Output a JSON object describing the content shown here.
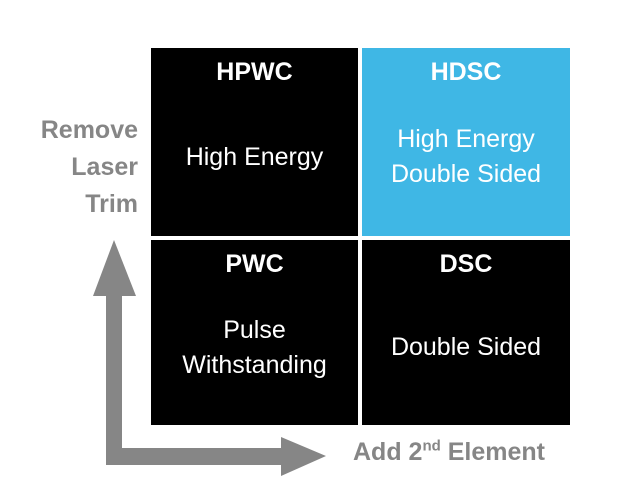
{
  "colors": {
    "background": "#ffffff",
    "cell_black": "#000000",
    "cell_blue": "#3FB7E5",
    "text_white": "#ffffff",
    "axis_gray": "#868686"
  },
  "matrix": {
    "cells": [
      {
        "id": "hpwc",
        "title": "HPWC",
        "body_lines": [
          "High Energy"
        ],
        "bg": "black"
      },
      {
        "id": "hdsc",
        "title": "HDSC",
        "body_lines": [
          "High Energy",
          "Double Sided"
        ],
        "bg": "blue"
      },
      {
        "id": "pwc",
        "title": "PWC",
        "body_lines": [
          "Pulse",
          "Withstanding"
        ],
        "bg": "black"
      },
      {
        "id": "dsc",
        "title": "DSC",
        "body_lines": [
          "Double Sided"
        ],
        "bg": "black"
      }
    ]
  },
  "y_axis": {
    "label_lines": [
      "Remove",
      "Laser",
      "Trim"
    ]
  },
  "x_axis": {
    "prefix": "Add 2",
    "superscript": "nd",
    "suffix": " Element"
  }
}
